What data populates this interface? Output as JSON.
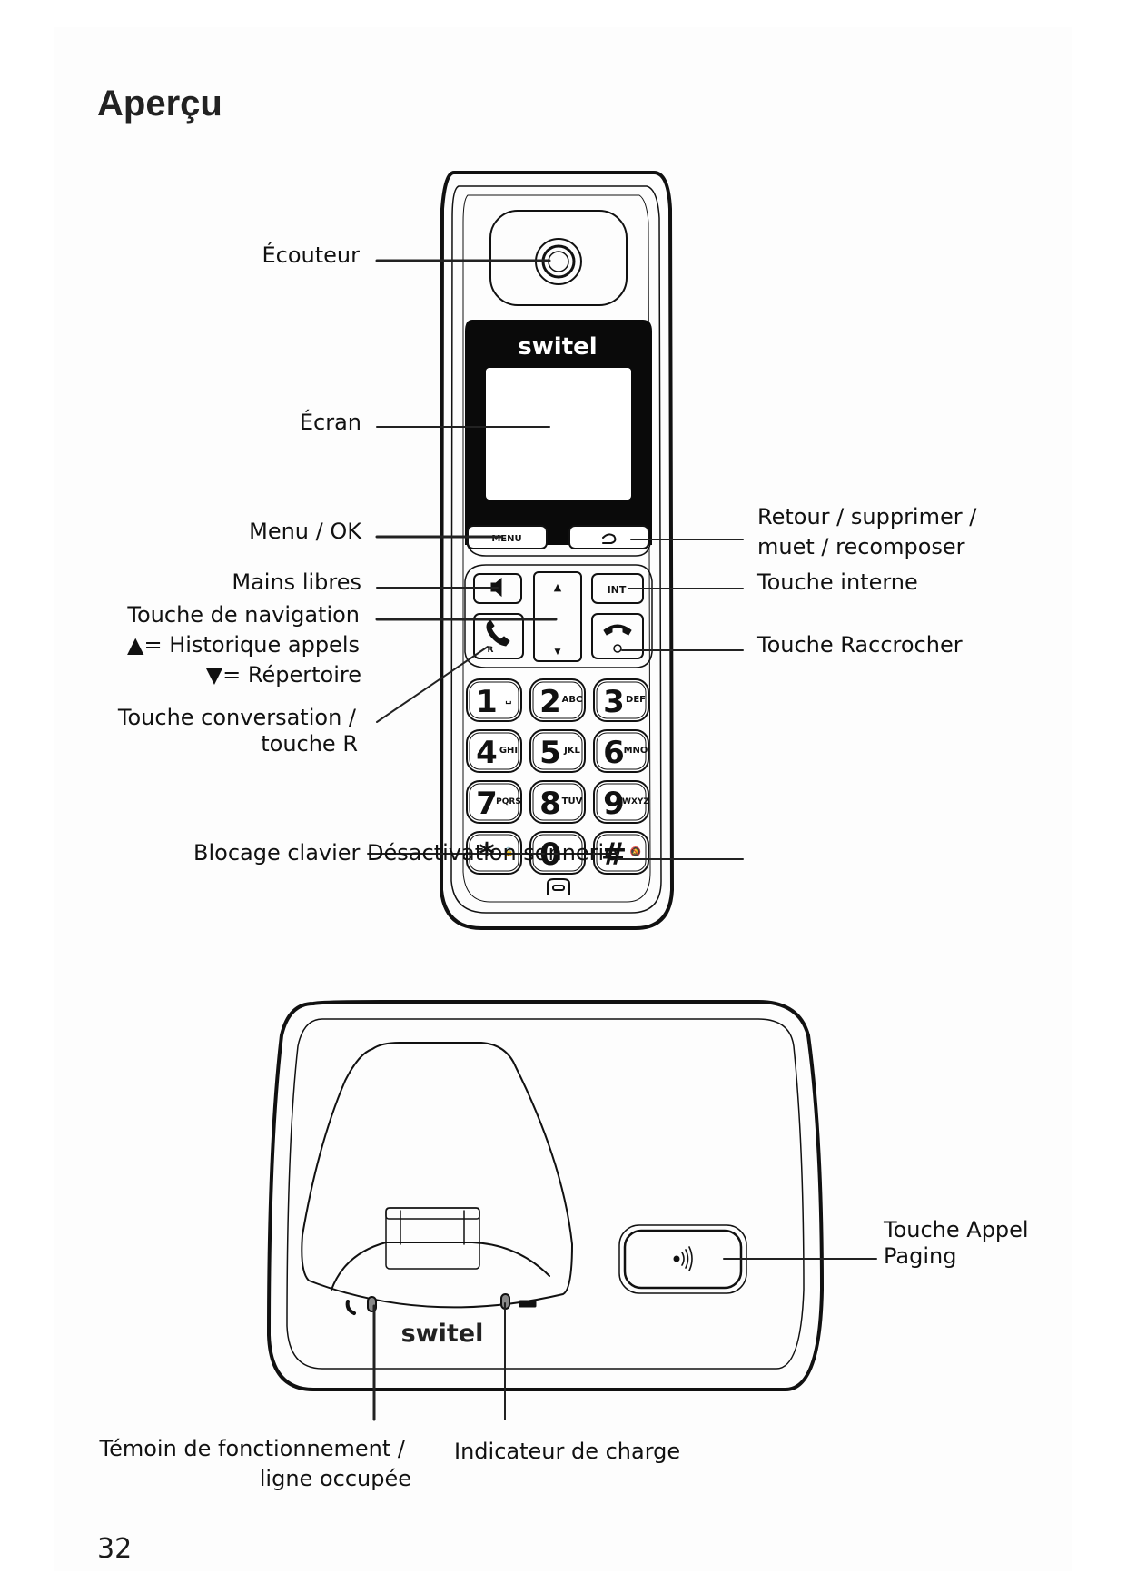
{
  "page": {
    "title": "Aperçu",
    "page_number": "32"
  },
  "handset": {
    "brand": "switel",
    "buttons": {
      "menu": "MENU",
      "int": "INT",
      "back_icon": "back-arrow-icon",
      "speaker_icon": "speaker-icon",
      "talk_icon": "phone-icon",
      "talk_sub": "R",
      "hangup_icon": "hangup-icon",
      "nav_up": "▲",
      "nav_down": "▼"
    },
    "keypad": [
      {
        "digit": "1",
        "letters": "␣"
      },
      {
        "digit": "2",
        "letters": "ABC"
      },
      {
        "digit": "3",
        "letters": "DEF"
      },
      {
        "digit": "4",
        "letters": "GHI"
      },
      {
        "digit": "5",
        "letters": "JKL"
      },
      {
        "digit": "6",
        "letters": "MNO"
      },
      {
        "digit": "7",
        "letters": "PQRS"
      },
      {
        "digit": "8",
        "letters": "TUV"
      },
      {
        "digit": "9",
        "letters": "WXYZ"
      },
      {
        "digit": "*",
        "letters": "🔒"
      },
      {
        "digit": "0",
        "letters": ""
      },
      {
        "digit": "#",
        "letters": "🔕"
      }
    ]
  },
  "labels_left": {
    "earpiece": "Écouteur",
    "screen": "Écran",
    "menu_ok": "Menu / OK",
    "handsfree": "Mains libres",
    "navigation": "Touche de navigation",
    "nav_up": "▲= Historique appels",
    "nav_down": "▼= Répertoire",
    "talk_line1": "Touche conversation /",
    "talk_line2": "touche R",
    "keylock_ringer": "Blocage clavier Désactivation sonnerie"
  },
  "labels_right": {
    "back_line1": "Retour / supprimer /",
    "back_line2": "muet / recomposer",
    "intercom": "Touche interne",
    "hangup": "Touche Raccrocher"
  },
  "base": {
    "brand": "switel",
    "paging_label_line1": "Touche Appel",
    "paging_label_line2": "Paging",
    "status_led_line1": "Témoin de fonctionnement /",
    "status_led_line2": "ligne occupée",
    "charge_led": "Indicateur de charge"
  }
}
